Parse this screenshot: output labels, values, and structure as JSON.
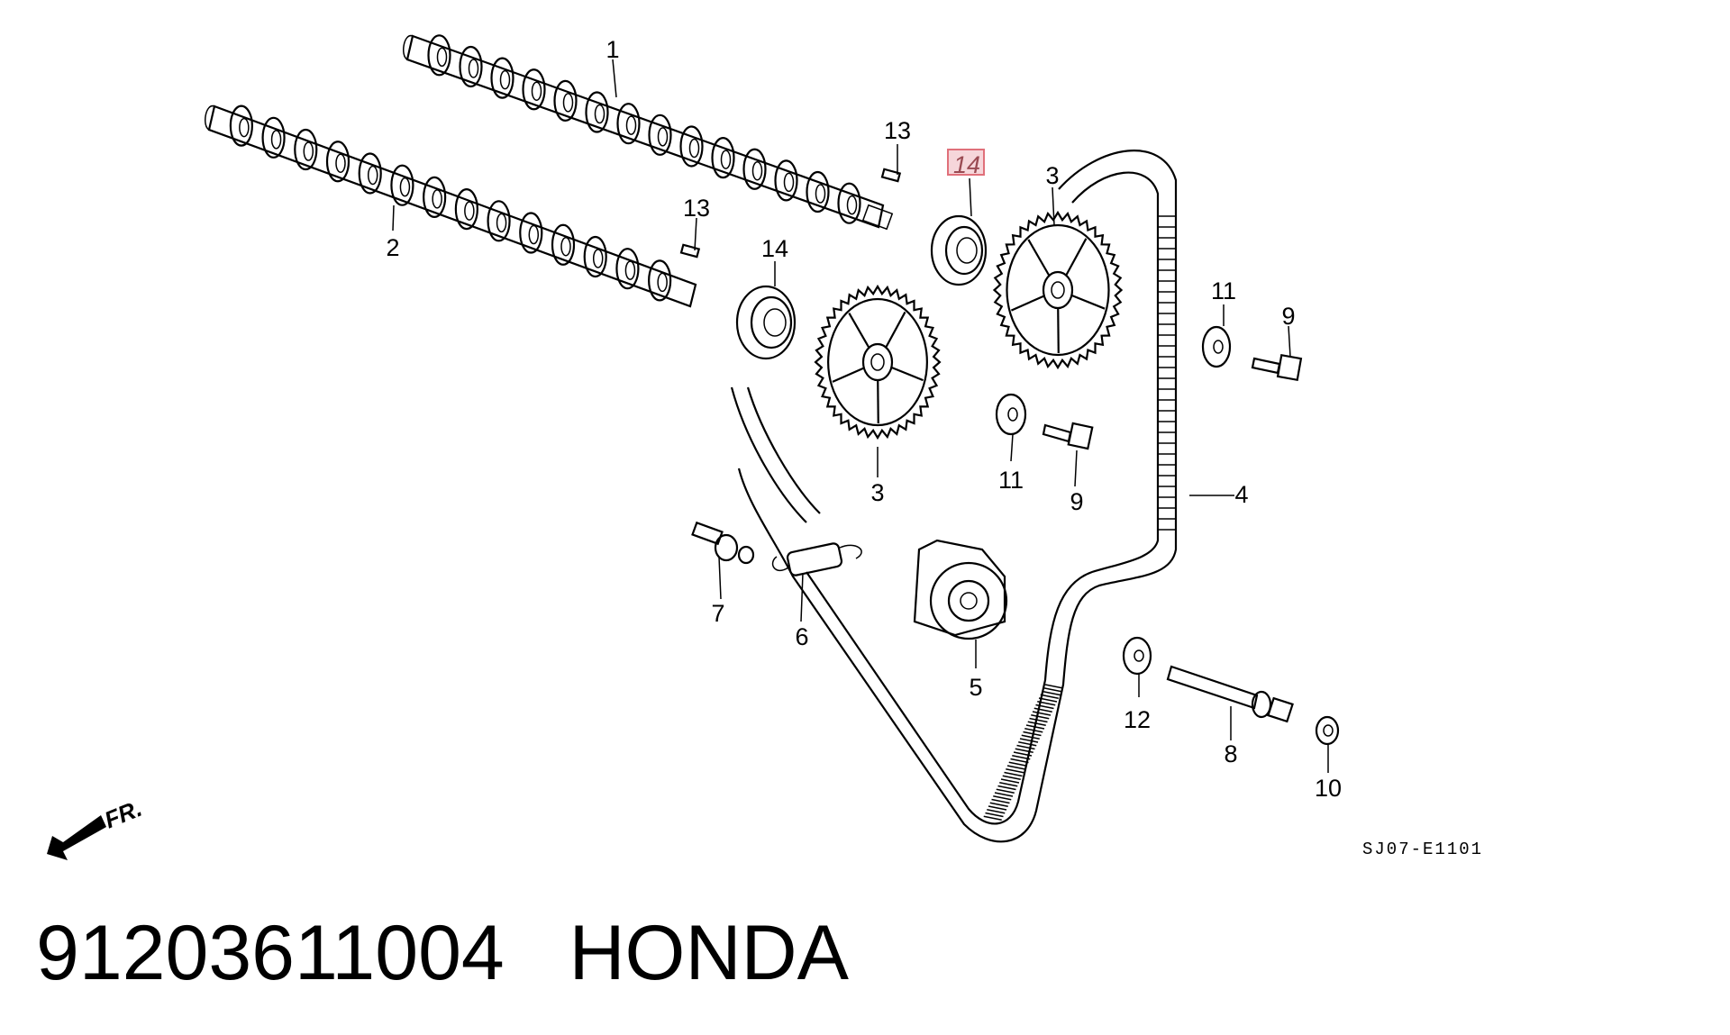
{
  "diagram": {
    "callouts": {
      "c1": "1",
      "c2": "2",
      "c3a": "3",
      "c3b": "3",
      "c4": "4",
      "c5": "5",
      "c6": "6",
      "c7": "7",
      "c8": "8",
      "c9a": "9",
      "c9b": "9",
      "c10": "10",
      "c11a": "11",
      "c11b": "11",
      "c12": "12",
      "c13a": "13",
      "c13b": "13",
      "c14a": "14",
      "c14b": "14"
    },
    "highlighted_part": "14",
    "highlight_color": "#e0707a",
    "direction_label": "FR.",
    "diagram_code": "SJ07-E1101"
  },
  "footer": {
    "part_number": "91203611004",
    "brand": "HONDA"
  }
}
